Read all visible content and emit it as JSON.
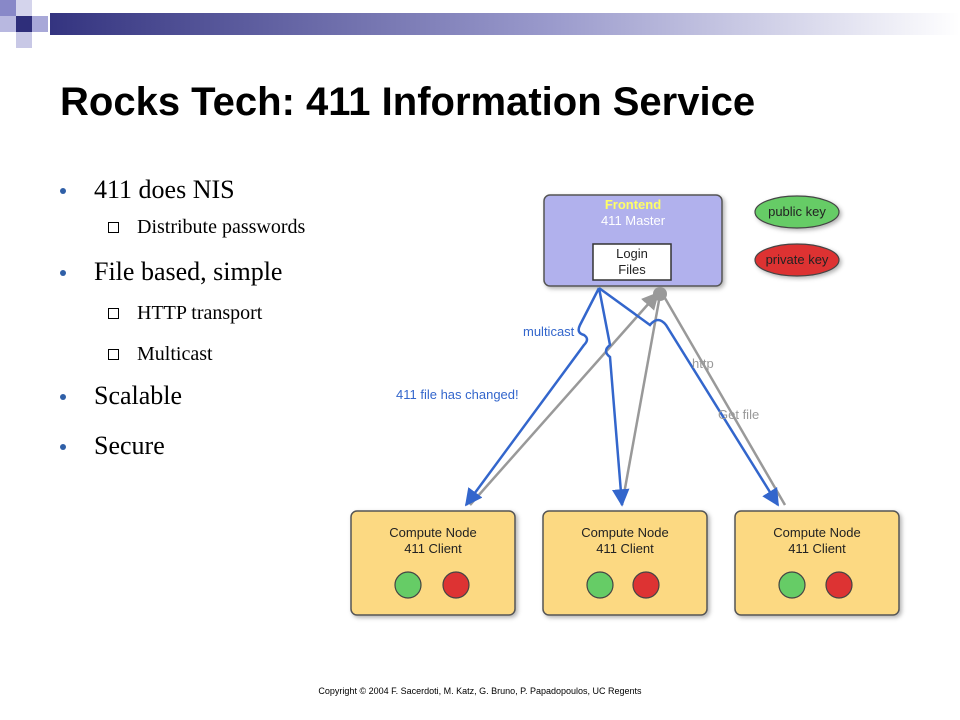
{
  "slide": {
    "title": "Rocks Tech: 411 Information Service",
    "footer": "Copyright © 2004 F. Sacerdoti, M. Katz, G. Bruno, P. Papadopoulos, UC Regents"
  },
  "bullets": {
    "b1": "411 does NIS",
    "b1_sub1": "Distribute passwords",
    "b2": "File based, simple",
    "b2_sub1": "HTTP transport",
    "b2_sub2": "Multicast",
    "b3": "Scalable",
    "b4": "Secure"
  },
  "diagram": {
    "frontend": {
      "title": "Frontend",
      "subtitle": "411 Master",
      "files_line1": "Login",
      "files_line2": "Files"
    },
    "public_key": "public key",
    "private_key": "private key",
    "labels": {
      "multicast": "multicast",
      "file_changed": "411 file has changed!",
      "http": "http",
      "get_file": "Get file"
    },
    "nodes": [
      {
        "line1": "Compute Node",
        "line2": "411 Client"
      },
      {
        "line1": "Compute Node",
        "line2": "411 Client"
      },
      {
        "line1": "Compute Node",
        "line2": "411 Client"
      }
    ],
    "colors": {
      "frontend_fill": "#b1b1ed",
      "node_fill": "#fcd982",
      "public_key_fill": "#66cc66",
      "private_key_fill": "#dd3333",
      "multicast_arrow": "#3366cc",
      "http_arrow": "#999999"
    }
  }
}
